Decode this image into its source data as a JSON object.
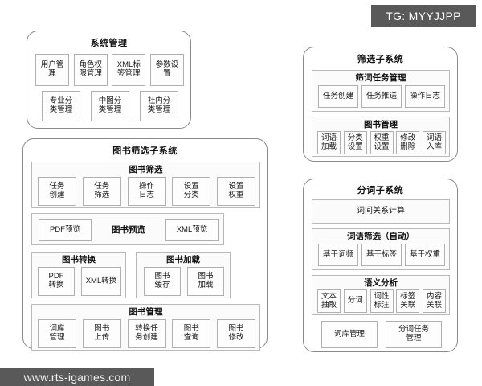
{
  "overlay": {
    "tg_badge": "TG: MYYJJPP",
    "watermark": "www.rts-igames.com",
    "badge_color": "#595959"
  },
  "diagram": {
    "panels": [
      {
        "id": "system-management",
        "title": "系统管理",
        "rows": [
          [
            "用户管\n理",
            "角色权\n限管理",
            "XML标\n签管理",
            "参数设\n置"
          ],
          [
            "专业分\n类管理",
            "中图分\n类管理",
            "社内分\n类管理"
          ]
        ]
      },
      {
        "id": "book-filter-subsystem",
        "title": "图书筛选子系统",
        "groups": [
          {
            "id": "book-filter",
            "title": "图书筛选",
            "cells": [
              "任务\n创建",
              "任务\n筛选",
              "操作\n日志",
              "设置\n分类",
              "设置\n权重"
            ]
          },
          {
            "id": "book-preview",
            "title": "图书预览",
            "cells": [
              "PDF预览",
              "XML预览"
            ]
          },
          {
            "id": "book-convert",
            "title": "图书转换",
            "cells": [
              "PDF\n转换",
              "XML转换"
            ]
          },
          {
            "id": "book-load",
            "title": "图书加载",
            "cells": [
              "图书\n缓存",
              "图书\n加载"
            ]
          },
          {
            "id": "book-management-left",
            "title": "图书管理",
            "cells": [
              "词库\n管理",
              "图书\n上传",
              "转换任\n务创建",
              "图书\n查询",
              "图书\n修改"
            ]
          }
        ]
      },
      {
        "id": "filter-subsystem",
        "title": "筛选子系统",
        "groups": [
          {
            "id": "filter-word-task-management",
            "title": "筛词任务管理",
            "cells": [
              "任务创建",
              "任务推送",
              "操作日志"
            ]
          },
          {
            "id": "book-management-right",
            "title": "图书管理",
            "cells": [
              "词语\n加载",
              "分类\n设置",
              "权重\n设置",
              "修改\n删除",
              "词语\n入库"
            ]
          }
        ]
      },
      {
        "id": "segmentation-subsystem",
        "title": "分词子系统",
        "groups": [
          {
            "id": "inter-word-relation",
            "title": "",
            "cells": [
              "词间关系计算"
            ]
          },
          {
            "id": "word-filter-auto",
            "title": "词语筛选（自动）",
            "cells": [
              "基于词频",
              "基于标签",
              "基于权重"
            ]
          },
          {
            "id": "semantic-analysis",
            "title": "语义分析",
            "cells": [
              "文本\n抽取",
              "分词",
              "词性\n标注",
              "标签\n关联",
              "内容\n关联"
            ]
          },
          {
            "id": "segmentation-footer",
            "title": "",
            "cells": [
              "词库管理",
              "分词任务\n管理"
            ]
          }
        ]
      }
    ]
  }
}
